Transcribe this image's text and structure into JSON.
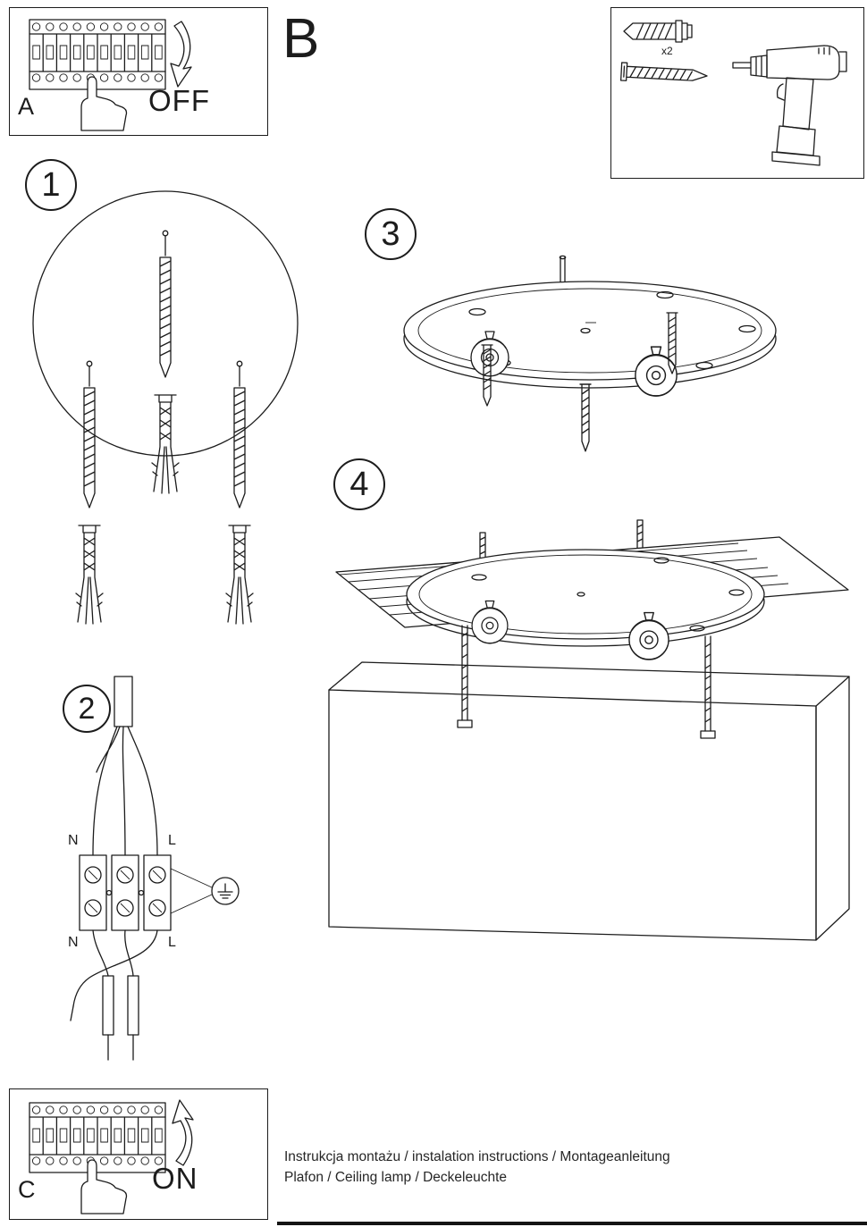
{
  "ink": "#1c1c1c",
  "panels": {
    "a": {
      "label": "A",
      "state": "OFF"
    },
    "b": {
      "label": "B"
    },
    "c": {
      "label": "C",
      "state": "ON"
    },
    "kit": {
      "dowel_qty": "x2"
    }
  },
  "steps": [
    {
      "number": "1"
    },
    {
      "number": "2"
    },
    {
      "number": "3"
    },
    {
      "number": "4"
    }
  ],
  "wiring": {
    "n_top": "N",
    "l_top": "L",
    "n_bottom": "N",
    "l_bottom": "L"
  },
  "footer": {
    "line1": "Instrukcja montażu / instalation instructions / Montageanleitung",
    "line2": "Plafon / Ceiling lamp / Deckeleuchte"
  },
  "icons": [
    "breaker-panel",
    "pointing-hand",
    "off-arrow",
    "on-arrow",
    "wall-plug",
    "screw",
    "cordless-drill",
    "expansion-anchor",
    "power-cable",
    "terminal-block",
    "ground-symbol",
    "mounting-plate",
    "lamp-socket",
    "ceiling-panel",
    "lamp-shade-box"
  ]
}
